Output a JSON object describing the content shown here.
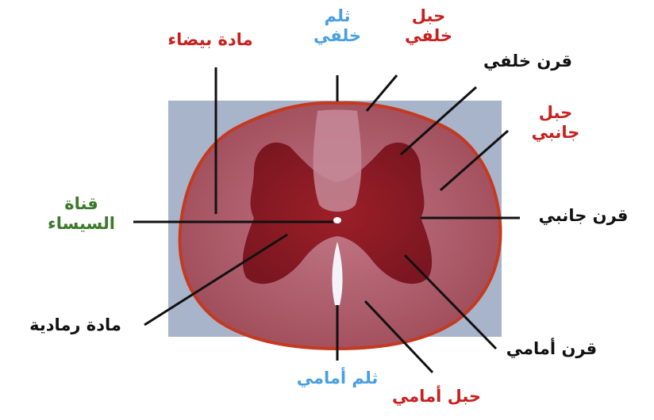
{
  "colors": {
    "white_matter": "#b25a6a",
    "gray_matter": "#8c1a24",
    "background_panel": "#a7b4c9",
    "red_label": "#c8201e",
    "blue_label": "#4a9fe0",
    "green_label": "#3a7a2a"
  },
  "labels": {
    "white_matter": "مادة بيضاء",
    "posterior_median_sulcus": [
      "ثلم",
      "خلفي"
    ],
    "posterior_funiculus": [
      "حبل",
      "خلفي"
    ],
    "posterior_horn": "قرن خلفي",
    "lateral_funiculus": [
      "حبل",
      "جانبي"
    ],
    "lateral_horn": "قرن جانبي",
    "central_canal": [
      "قناة",
      "السيساء"
    ],
    "gray_matter": "مادة رمادية",
    "anterior_horn": "قرن أمامي",
    "anterior_median_fissure": "ثلم أمامي",
    "anterior_funiculus": "حبل أمامي"
  }
}
